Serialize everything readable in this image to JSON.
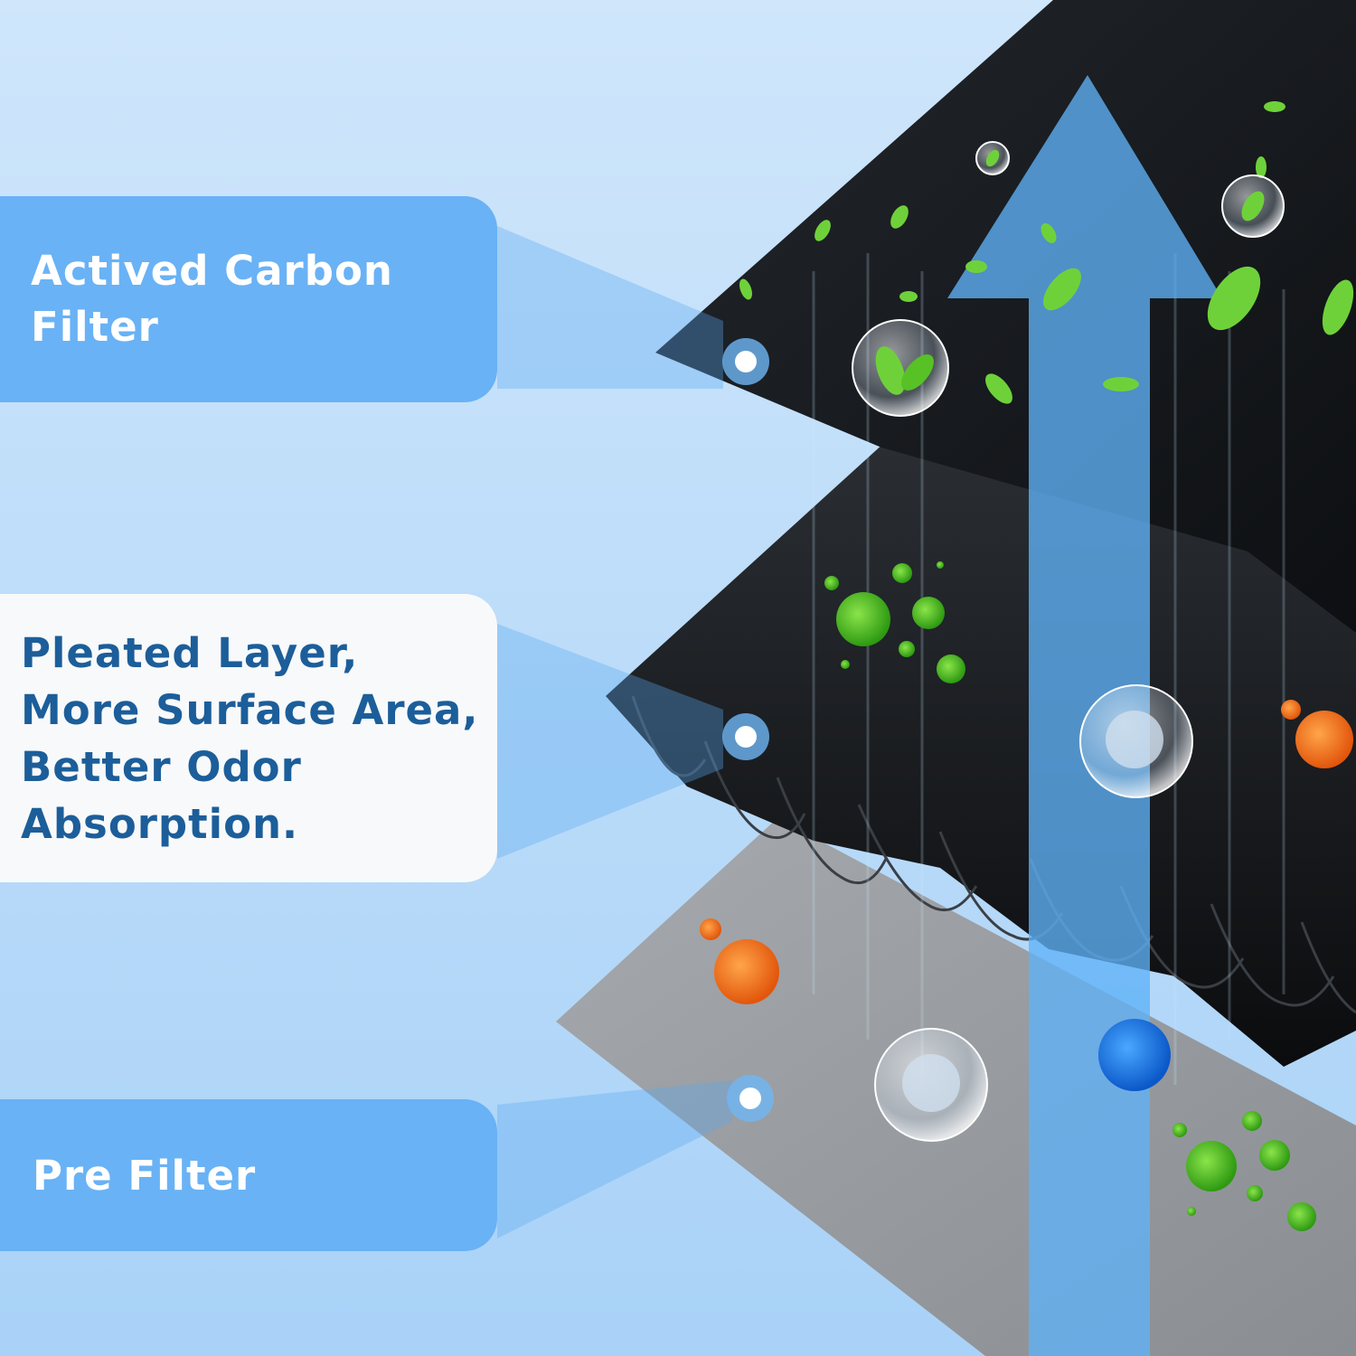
{
  "labels": {
    "carbon": "Actived Carbon Filter",
    "pleated": "Pleated Layer, More Surface Area, Better Odor Absorption.",
    "pre": "Pre Filter"
  },
  "colors": {
    "accent_blue": "#69b2f5",
    "text_dark_blue": "#1c5e9a",
    "carbon_black": "#121519",
    "pre_filter_grey": "#9a9ea2",
    "leaf_green": "#6fd13a"
  }
}
